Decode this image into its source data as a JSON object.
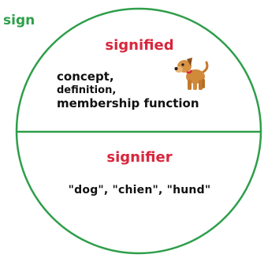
{
  "colors": {
    "sign": "#2ea04a",
    "circle_stroke": "#2e9e4a",
    "accent_red": "#d8263c",
    "text": "#111111"
  },
  "diagram": {
    "sign_label": "sign",
    "signified": {
      "label": "signified",
      "lines": [
        "concept,",
        "definition,",
        "membership function"
      ],
      "icon": "dog-icon"
    },
    "signifier": {
      "label": "signifier",
      "words": "\"dog\", \"chien\", \"hund\""
    }
  }
}
